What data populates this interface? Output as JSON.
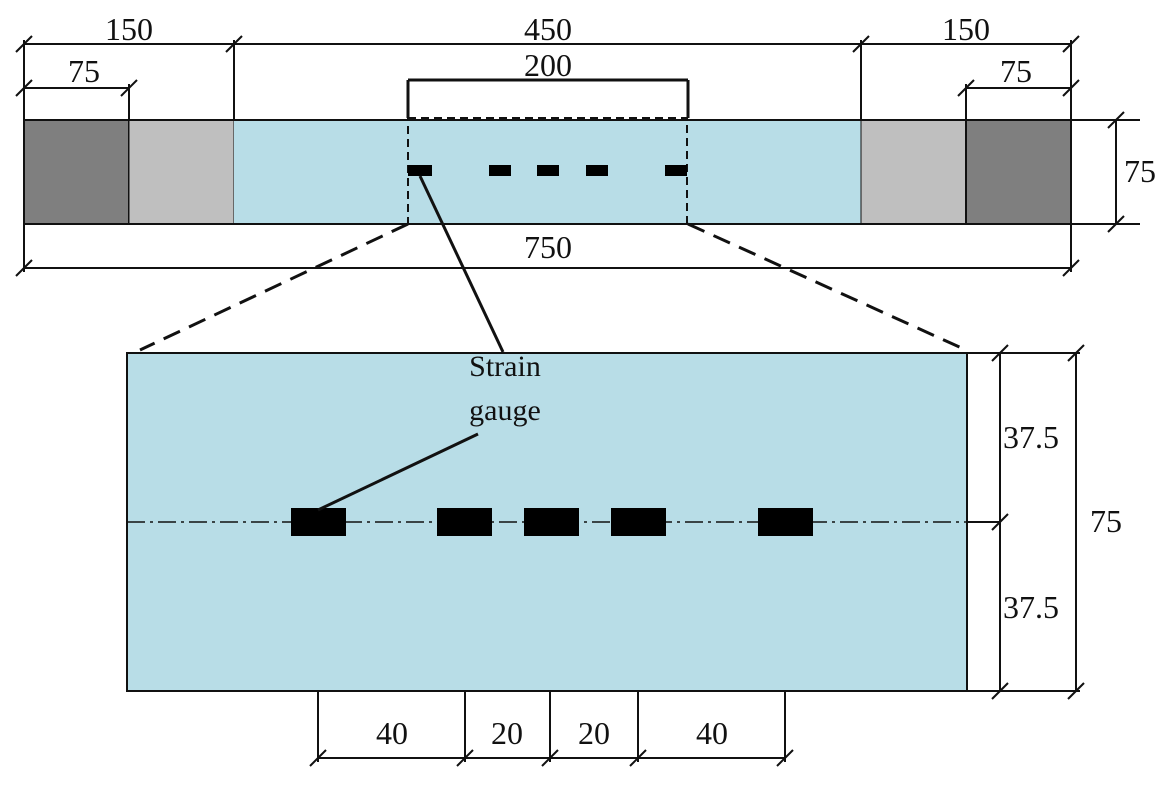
{
  "colors": {
    "specimen": "#b8dde7",
    "grip_dark": "#7f7f7f",
    "grip_light": "#bfbfbf",
    "gauge": "#000000",
    "line": "#111111"
  },
  "top_view": {
    "dim_grip_left": "150",
    "dim_grip_left_inner": "75",
    "dim_middle": "450",
    "dim_gauge_zone": "200",
    "dim_grip_right": "150",
    "dim_grip_right_inner": "75",
    "dim_height": "75",
    "dim_total": "750"
  },
  "detail_view": {
    "strain_gauge_label_line1": "Strain",
    "strain_gauge_label_line2": "gauge",
    "dim_upper_half": "37.5",
    "dim_lower_half": "37.5",
    "dim_height": "75",
    "spacing_labels": [
      "40",
      "20",
      "20",
      "40"
    ]
  }
}
